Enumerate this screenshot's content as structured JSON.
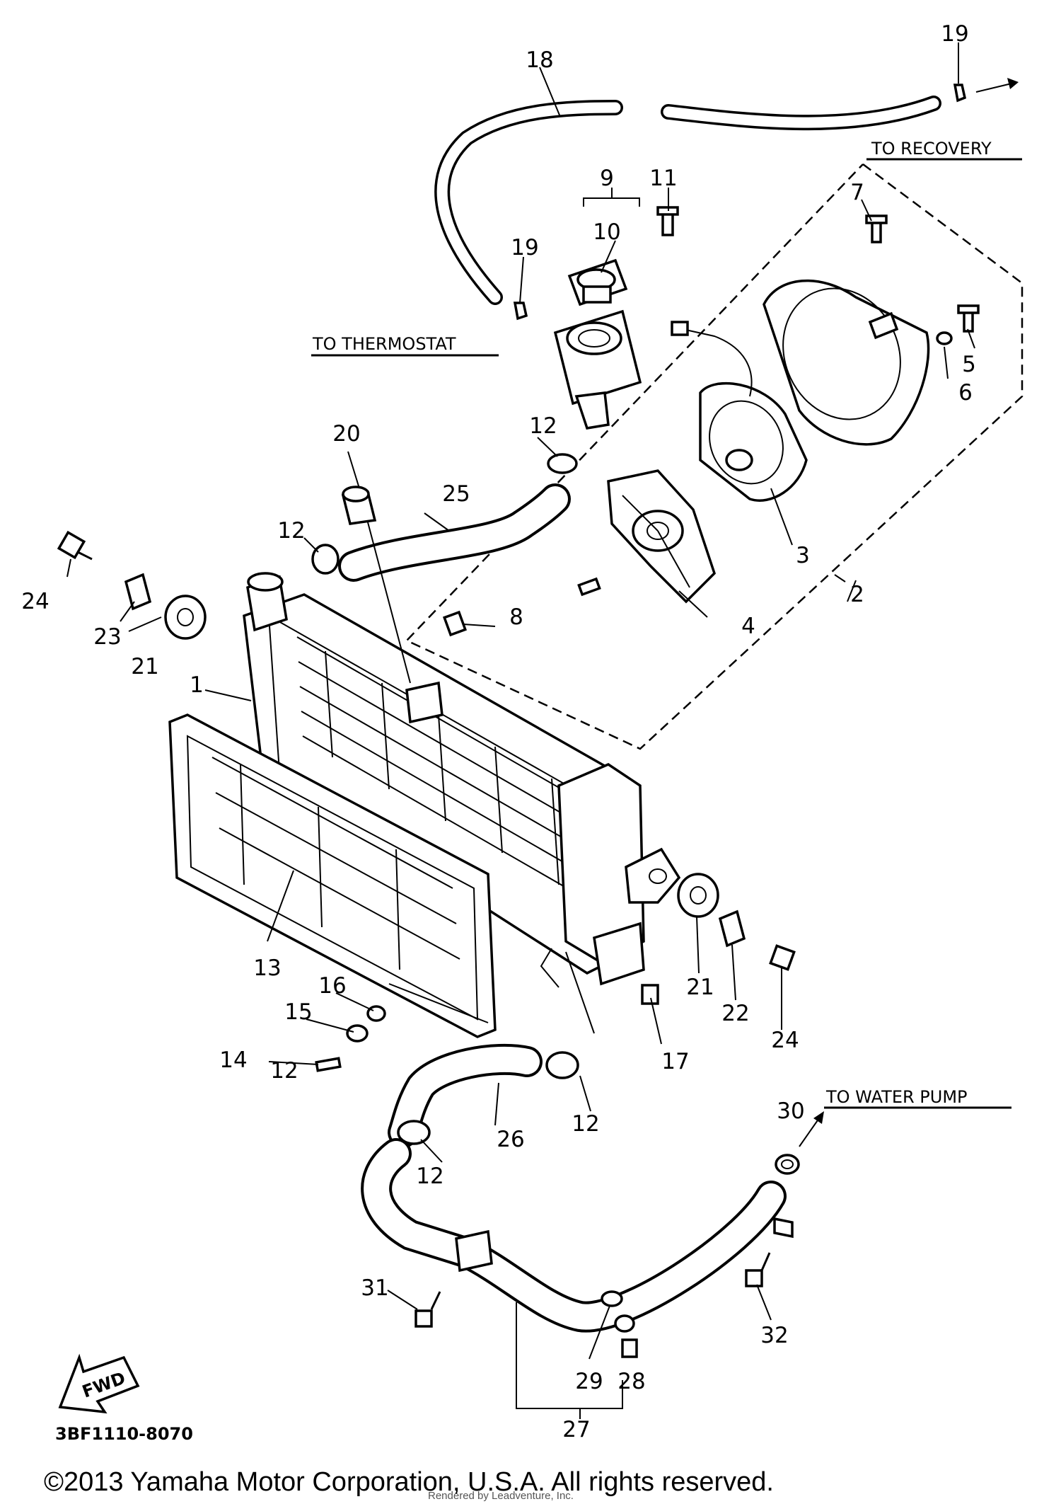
{
  "diagram": {
    "part_numbers": [
      "1",
      "2",
      "3",
      "4",
      "5",
      "6",
      "7",
      "8",
      "9",
      "10",
      "11",
      "12",
      "12",
      "12",
      "12",
      "12",
      "13",
      "14",
      "15",
      "16",
      "17",
      "18",
      "19",
      "19",
      "20",
      "21",
      "21",
      "22",
      "23",
      "24",
      "24",
      "25",
      "26",
      "27",
      "28",
      "29",
      "30",
      "31",
      "32"
    ],
    "direction_labels": {
      "to_recovery": "TO RECOVERY",
      "to_thermostat": "TO THERMOSTAT",
      "to_water_pump": "TO WATER PUMP"
    },
    "fwd_label": "FWD",
    "diagram_code": "3BF1110-8070",
    "copyright": "©2013 Yamaha Motor Corporation, U.S.A. All rights reserved.",
    "stamp": "Rendered by Leadventure, Inc."
  }
}
